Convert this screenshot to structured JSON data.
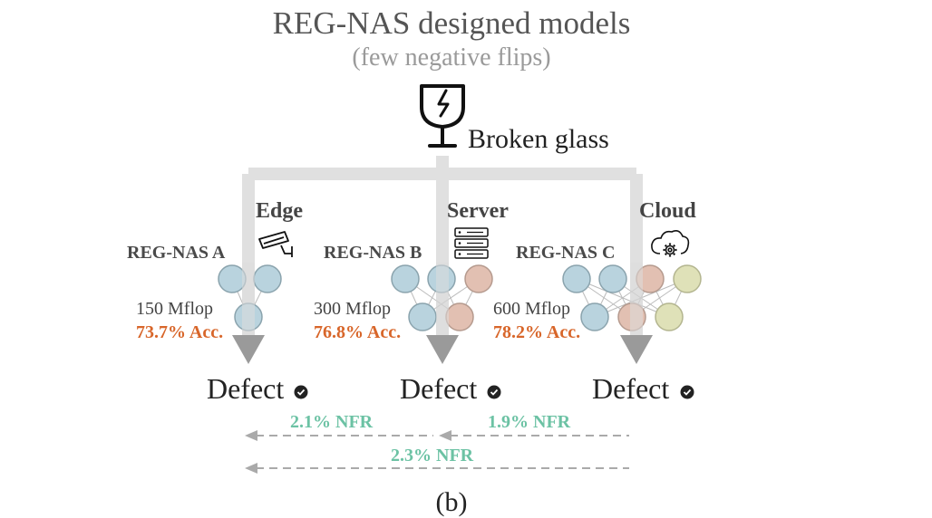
{
  "title": "REG-NAS designed models",
  "subtitle": "(few negative flips)",
  "input": {
    "label": "Broken glass",
    "icon": "broken-glass-icon"
  },
  "tiers": [
    {
      "tier": "Edge",
      "icon": "cctv-camera-icon",
      "model": "REG-NAS A",
      "flops": "150 Mflop",
      "accuracy": "73.7% Acc.",
      "output": "Defect",
      "output_icon": "check-circle-icon"
    },
    {
      "tier": "Server",
      "icon": "server-rack-icon",
      "model": "REG-NAS B",
      "flops": "300 Mflop",
      "accuracy": "76.8% Acc.",
      "output": "Defect",
      "output_icon": "check-circle-icon"
    },
    {
      "tier": "Cloud",
      "icon": "cloud-gear-icon",
      "model": "REG-NAS C",
      "flops": "600 Mflop",
      "accuracy": "78.2% Acc.",
      "output": "Defect",
      "output_icon": "check-circle-icon"
    }
  ],
  "nfr": [
    {
      "label": "2.1% NFR",
      "from": "Server",
      "to": "Edge"
    },
    {
      "label": "1.9% NFR",
      "from": "Cloud",
      "to": "Server"
    },
    {
      "label": "2.3% NFR",
      "from": "Cloud",
      "to": "Edge"
    }
  ],
  "caption": "(b)",
  "colors": {
    "accuracy": "#d8662a",
    "nfr": "#6cc2a4",
    "node_blue": "#b9d3de",
    "node_red": "#e2c0b2",
    "node_yellow": "#dfe1b8",
    "flow": "#dddddd",
    "arrowhead": "#999999"
  }
}
